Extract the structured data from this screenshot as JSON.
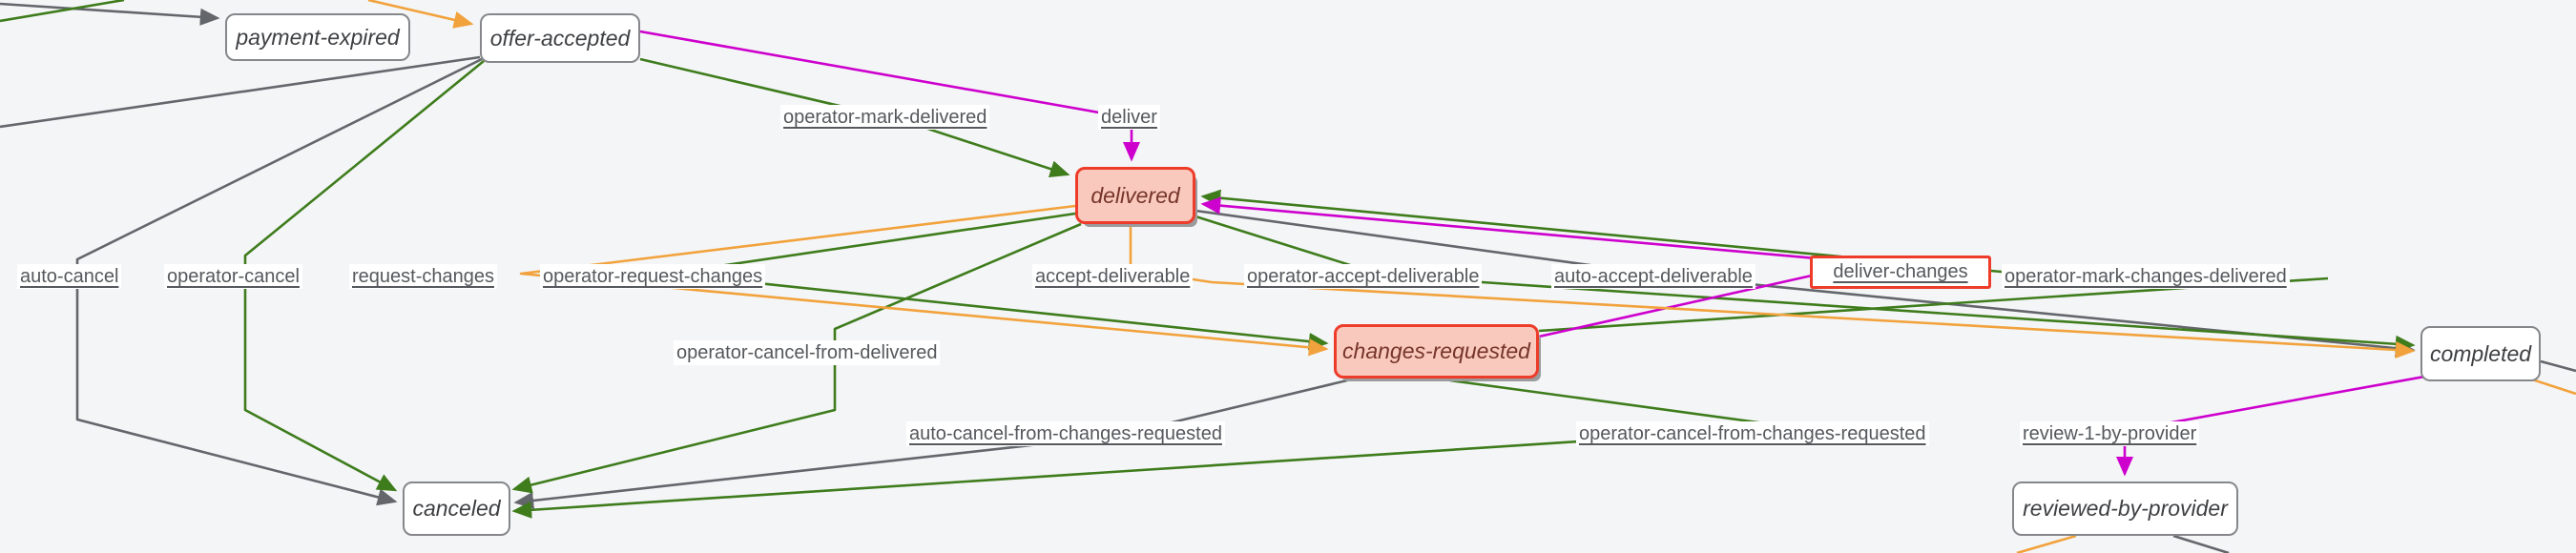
{
  "diagram": {
    "type": "state-machine-graph",
    "colors": {
      "background": "#f4f5f7",
      "edge_auto_gray": "#63666B",
      "edge_operator_green": "#3E7C1C",
      "edge_customer_orange": "#F2A23C",
      "edge_provider_magenta": "#CD00CD",
      "highlight_border_red": "#ED3C2A",
      "highlight_fill_salmon": "#FAC9BD",
      "node_border_gray": "#85878A",
      "node_text": "#3D3F42",
      "label_text": "#55585C"
    },
    "states": {
      "payment_expired": {
        "label": "payment-expired",
        "highlighted": false
      },
      "offer_accepted": {
        "label": "offer-accepted",
        "highlighted": false
      },
      "delivered": {
        "label": "delivered",
        "highlighted": true
      },
      "changes_requested": {
        "label": "changes-requested",
        "highlighted": true
      },
      "completed": {
        "label": "completed",
        "highlighted": false
      },
      "canceled": {
        "label": "canceled",
        "highlighted": false
      },
      "reviewed_by_provider": {
        "label": "reviewed-by-provider",
        "highlighted": false
      }
    },
    "transitions": {
      "operator_mark_delivered": {
        "label": "operator-mark-delivered",
        "color": "green",
        "link": true
      },
      "deliver": {
        "label": "deliver",
        "color": "magenta",
        "link": true
      },
      "auto_cancel": {
        "label": "auto-cancel",
        "color": "gray",
        "link": true
      },
      "operator_cancel": {
        "label": "operator-cancel",
        "color": "green",
        "link": true
      },
      "request_changes": {
        "label": "request-changes",
        "color": "orange",
        "link": true
      },
      "operator_request_changes": {
        "label": "operator-request-changes",
        "color": "green",
        "link": true
      },
      "accept_deliverable": {
        "label": "accept-deliverable",
        "color": "orange",
        "link": true
      },
      "operator_accept_deliverable": {
        "label": "operator-accept-deliverable",
        "color": "green",
        "link": true
      },
      "auto_accept_deliverable": {
        "label": "auto-accept-deliverable",
        "color": "gray",
        "link": true
      },
      "deliver_changes": {
        "label": "deliver-changes",
        "color": "magenta",
        "link": true,
        "selected": true
      },
      "operator_mark_changes_delivered": {
        "label": "operator-mark-changes-delivered",
        "color": "green",
        "link": true
      },
      "operator_cancel_from_delivered": {
        "label": "operator-cancel-from-delivered",
        "color": "green",
        "link": false
      },
      "auto_cancel_from_changes_requested": {
        "label": "auto-cancel-from-changes-requested",
        "color": "gray",
        "link": true
      },
      "operator_cancel_from_changes_requested": {
        "label": "operator-cancel-from-changes-requested",
        "color": "green",
        "link": true
      },
      "review_1_by_provider": {
        "label": "review-1-by-provider",
        "color": "magenta",
        "link": true
      }
    }
  }
}
